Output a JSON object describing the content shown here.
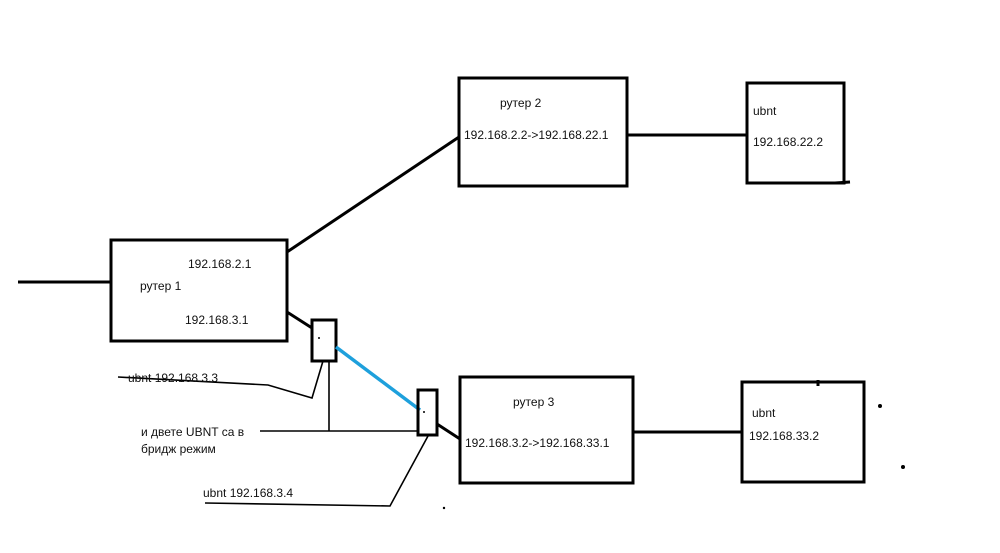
{
  "router1": {
    "name": "рутер 1",
    "ip_top": "192.168.2.1",
    "ip_bottom": "192.168.3.1"
  },
  "router2": {
    "name": "рутер 2",
    "route": "192.168.2.2->192.168.22.1"
  },
  "router3": {
    "name": "рутер 3",
    "route": "192.168.3.2->192.168.33.1"
  },
  "ubnt_r2": {
    "name": "ubnt",
    "ip": "192.168.22.2"
  },
  "ubnt_r3": {
    "name": "ubnt",
    "ip": "192.168.33.2"
  },
  "ubnt_a_label": "ubnt 192.168.3.3",
  "ubnt_b_label": "ubnt 192.168.3.4",
  "bridge_note_line1": "и двете UBNT са в",
  "bridge_note_line2": "бридж режим",
  "colors": {
    "wireless_link": "#1ea0dc",
    "wire": "#000000"
  }
}
